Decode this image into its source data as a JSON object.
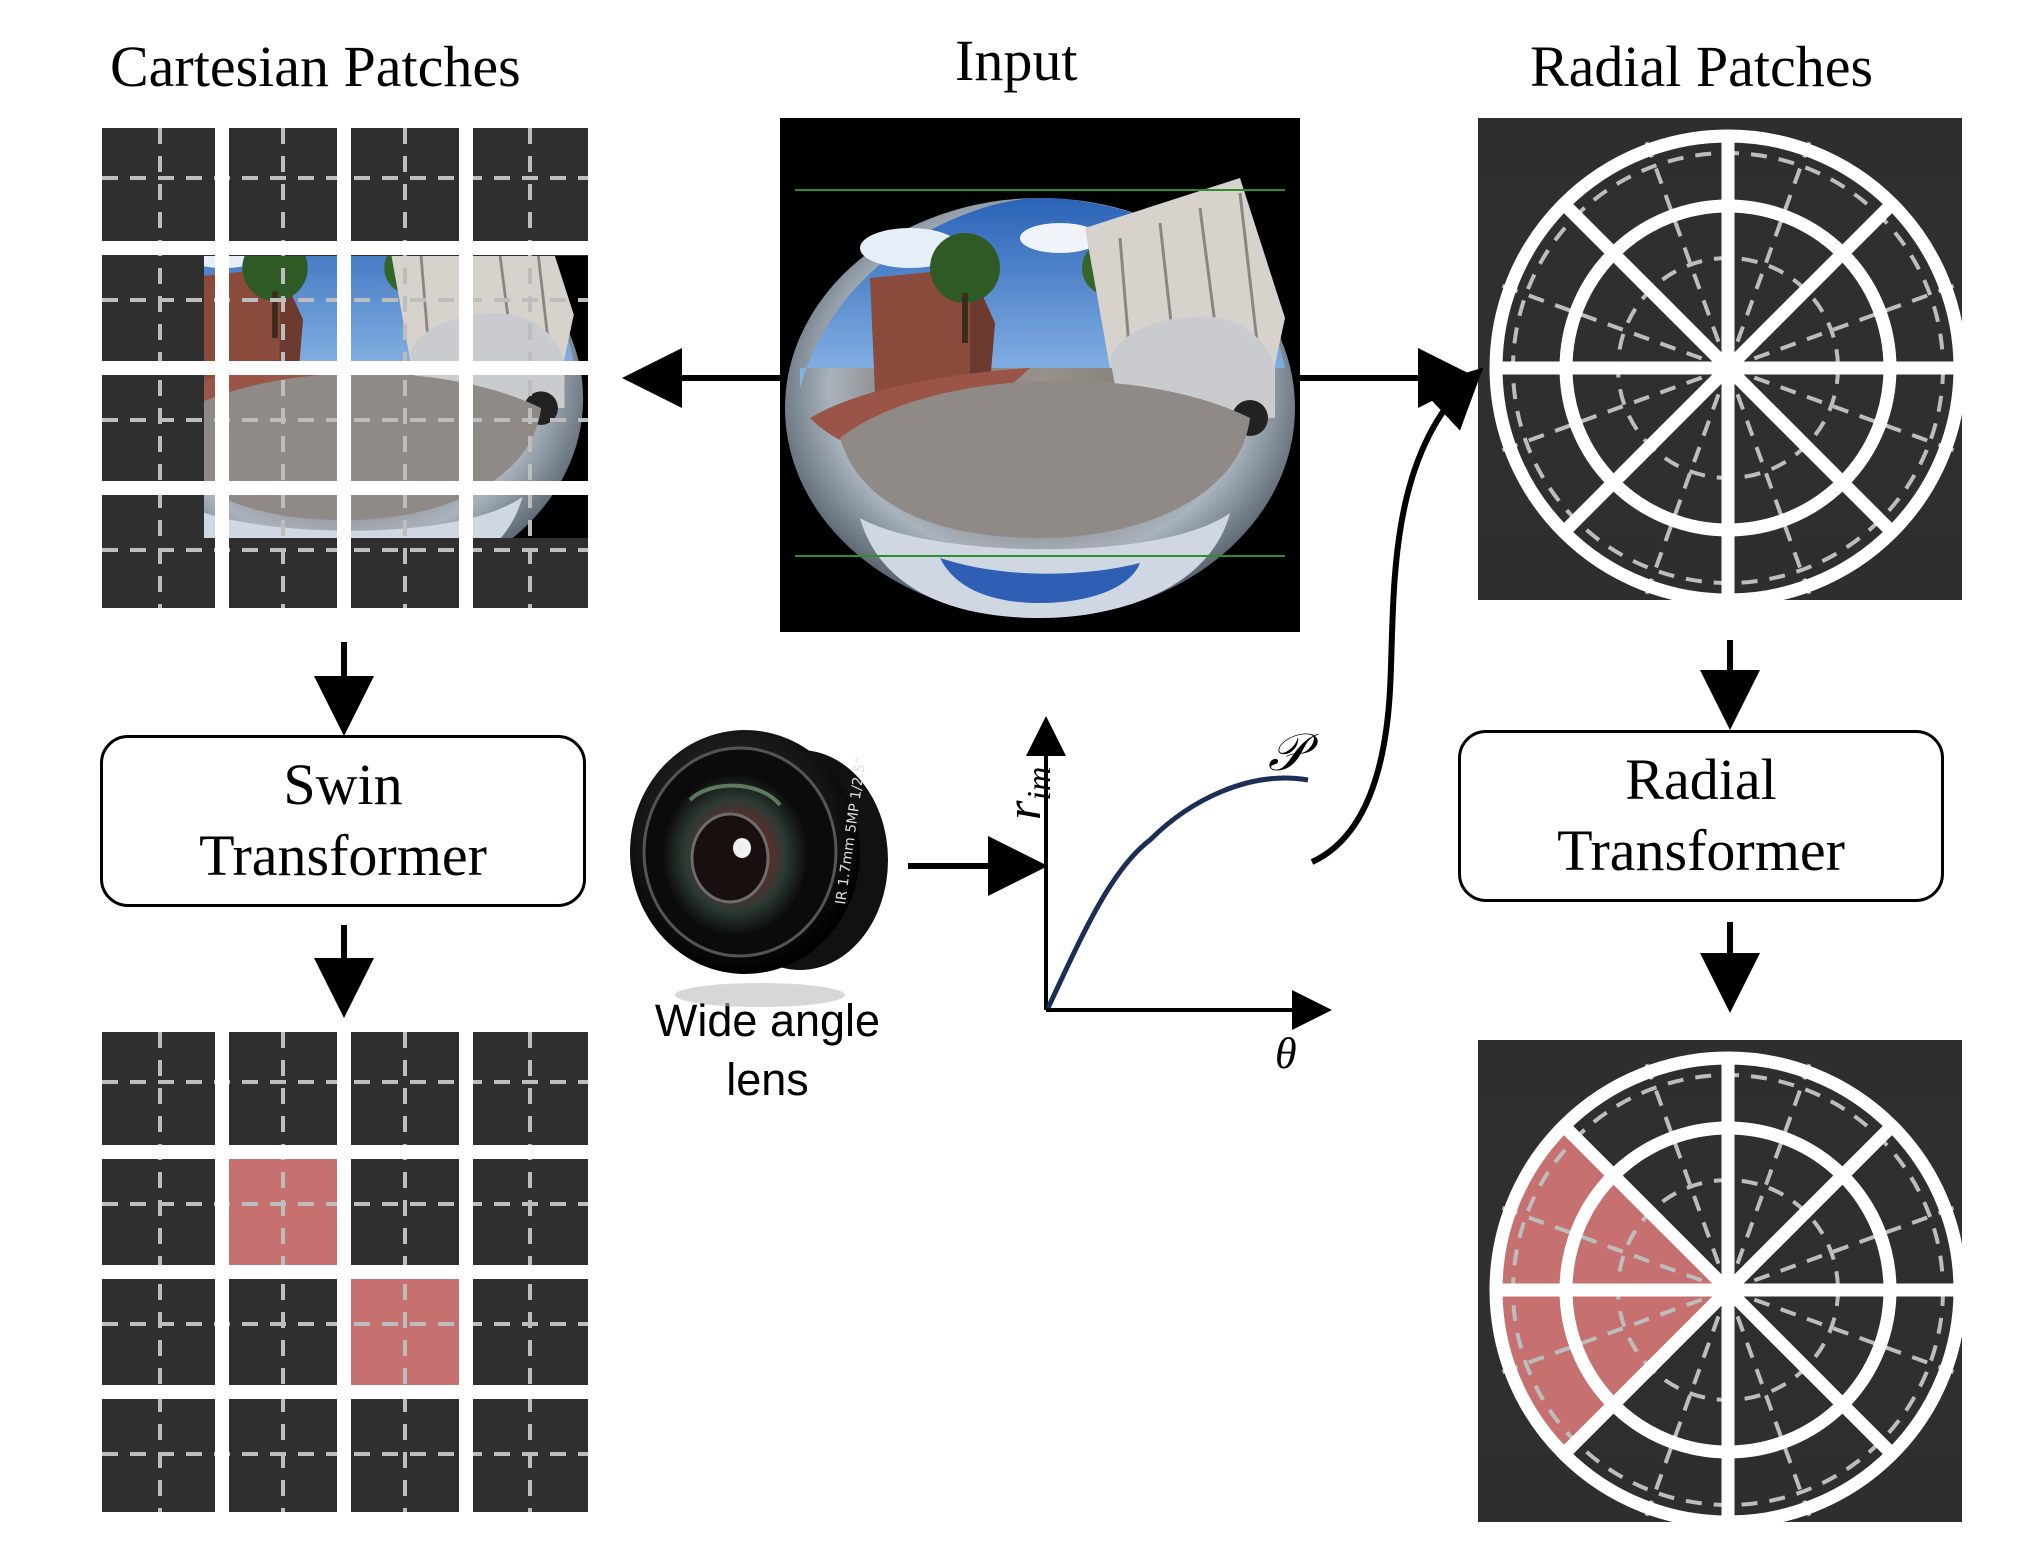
{
  "titles": {
    "cartesian": "Cartesian Patches",
    "input": "Input",
    "radial": "Radial Patches"
  },
  "blocks": {
    "swin": {
      "line1": "Swin",
      "line2": "Transformer"
    },
    "radial": {
      "line1": "Radial",
      "line2": "Transformer"
    }
  },
  "lens": {
    "label_line1": "Wide angle",
    "label_line2": "lens",
    "engraving": "IR 1.7mm 5MP 1/2.5\""
  },
  "plot": {
    "y_label": "r",
    "y_label_sub": "im",
    "x_label": "θ",
    "curve_label": "𝒫"
  },
  "colors": {
    "patch_bg": "#2f2f2f",
    "grid_line": "#ffffff",
    "dashed_line": "#bdbdbd",
    "highlight": "#e07b7b",
    "curve": "#1b2f55",
    "sky": "#3f7fd0",
    "road": "#8a8580"
  }
}
